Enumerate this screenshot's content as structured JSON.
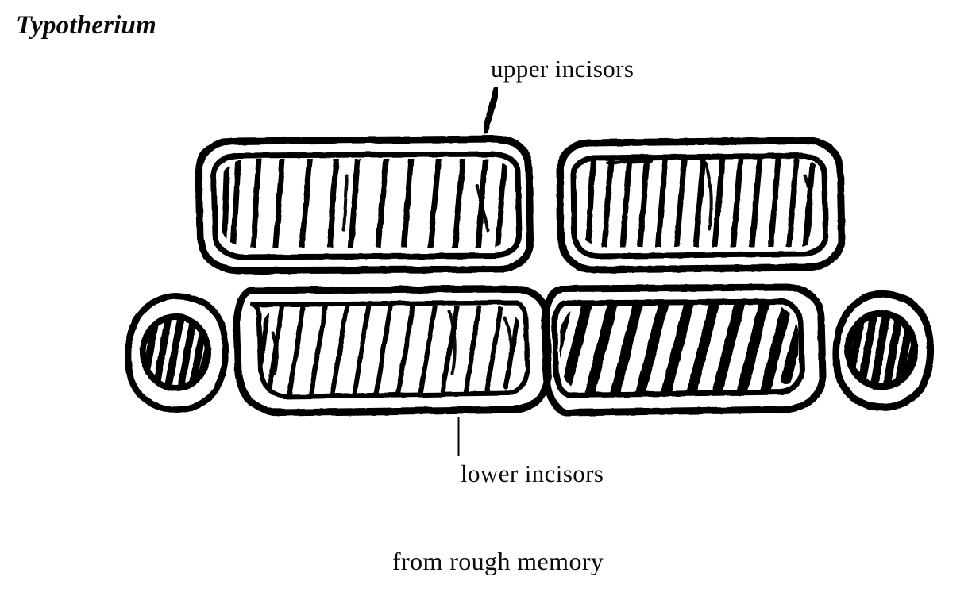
{
  "figure": {
    "taxon_name": "Typotherium",
    "caption": "from rough memory",
    "background_color": "#ffffff",
    "ink_color": "#000000",
    "labels": [
      {
        "id": "upper-incisors",
        "text": "upper incisors",
        "leader": "slanted-tick-down-left"
      },
      {
        "id": "lower-incisors",
        "text": "lower incisors",
        "leader": "vertical-tick-up"
      }
    ],
    "structures": [
      {
        "id": "upper-left-incisor",
        "kind": "incisor-cross-section",
        "row": "upper",
        "side": "left",
        "shape": "rounded-rectangle",
        "hatching": "near-vertical-lines",
        "hatch_count": 13
      },
      {
        "id": "upper-right-incisor",
        "kind": "incisor-cross-section",
        "row": "upper",
        "side": "right",
        "shape": "rounded-rectangle",
        "hatching": "near-vertical-lines",
        "hatch_count": 14
      },
      {
        "id": "lower-left-incisor",
        "kind": "incisor-cross-section",
        "row": "lower",
        "side": "left",
        "shape": "rounded-rectangle",
        "hatching": "thin-diagonal-lines",
        "hatch_count": 13
      },
      {
        "id": "lower-right-incisor",
        "kind": "incisor-cross-section",
        "row": "lower",
        "side": "right",
        "shape": "rounded-rectangle",
        "hatching": "thick-diagonal-lines",
        "hatch_count": 13
      },
      {
        "id": "left-lateral-tooth",
        "kind": "small-oval-tooth-cross-section",
        "row": "lower",
        "side": "far-left",
        "shape": "oval",
        "hatching": "diagonal-lines",
        "hatch_count": 6
      },
      {
        "id": "right-lateral-tooth",
        "kind": "small-oval-tooth-cross-section",
        "row": "lower",
        "side": "far-right",
        "shape": "oval",
        "hatching": "diagonal-lines",
        "hatch_count": 6
      }
    ]
  }
}
